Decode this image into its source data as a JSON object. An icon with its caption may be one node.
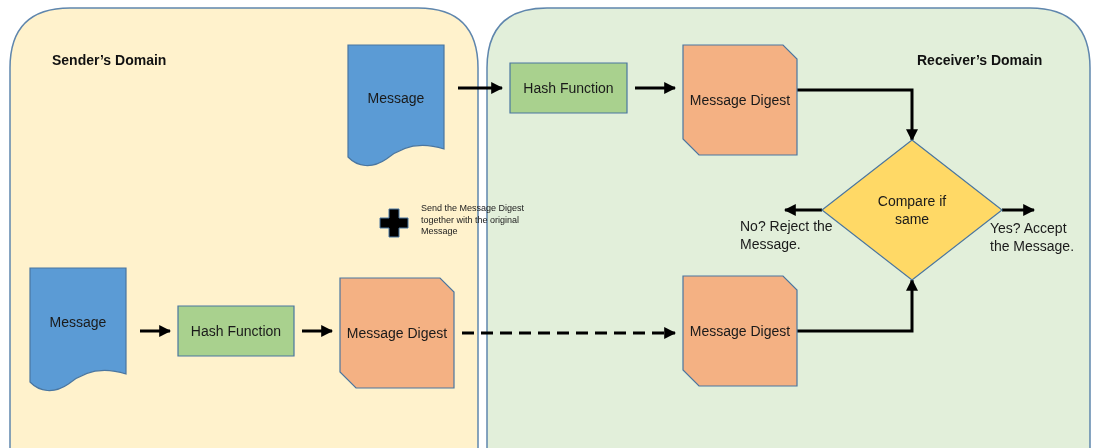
{
  "diagram": {
    "nodes": [
      {
        "text": [
          "Sender’s Domain"
        ]
      },
      {
        "text": [
          "Receiver’s Domain"
        ]
      },
      {
        "text": [
          "Message"
        ],
        "in": 0
      },
      {
        "text": [
          "Hash Function"
        ],
        "in": 1
      },
      {
        "text": [
          "Message Digest"
        ],
        "in": 1
      },
      {
        "text": [
          "Compare if same"
        ],
        "in": 1
      },
      {
        "text": [
          "Message Digest"
        ],
        "in": 1
      },
      {
        "text": [
          "Message"
        ],
        "in": 0
      },
      {
        "text": [
          "Hash Function"
        ],
        "in": 0
      },
      {
        "text": [
          "Message Digest"
        ],
        "in": 0
      },
      {
        "text": [
          "No? Reject the Message."
        ],
        "in": 1
      },
      {
        "text": [
          "Yes? Accept the Message."
        ],
        "in": 1
      }
    ],
    "edges": [
      {
        "from": 2,
        "to": 3,
        "arrow": "to"
      },
      {
        "from": 3,
        "to": 4,
        "arrow": "to"
      },
      {
        "from": 4,
        "to": 5,
        "arrow": "to"
      },
      {
        "from": 7,
        "to": 8,
        "arrow": "to"
      },
      {
        "from": 8,
        "to": 9,
        "arrow": "to"
      },
      {
        "from": 9,
        "to": 6,
        "arrow": "to",
        "style": "dashed"
      },
      {
        "from": 6,
        "to": 5,
        "arrow": "to"
      },
      {
        "from": 5,
        "to": 10,
        "arrow": "to"
      },
      {
        "from": 5,
        "to": 11,
        "arrow": "to"
      }
    ],
    "labels": [
      "Send the Message Digest together with the original Message"
    ]
  }
}
